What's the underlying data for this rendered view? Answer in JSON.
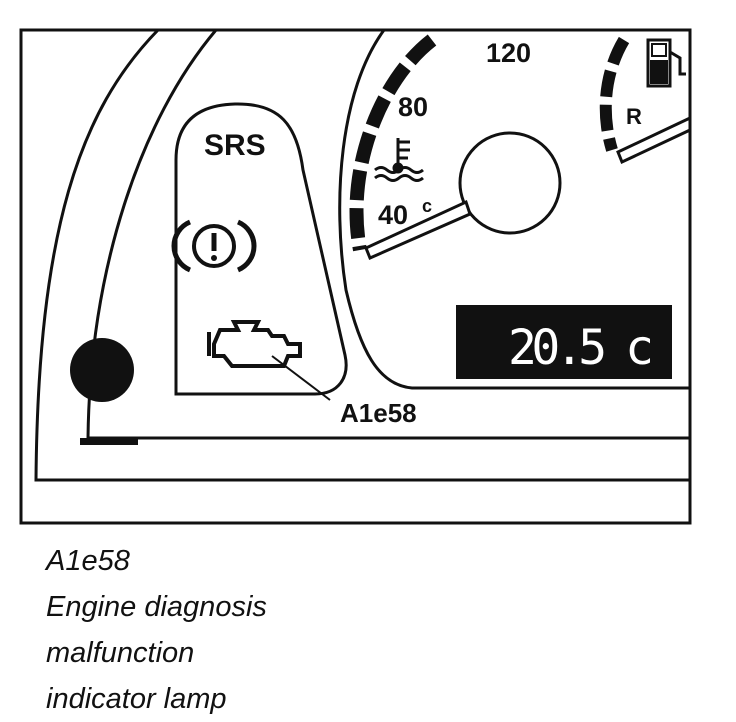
{
  "figure": {
    "srs_label": "SRS",
    "speed_120": "120",
    "speed_80": "80",
    "speed_40": "40",
    "temp_unit_small": "c",
    "reverse_label": "R",
    "display_readout": "20.5 c",
    "callout_label": "A1e58",
    "icons": [
      "brake-warning-icon",
      "check-engine-icon",
      "coolant-temperature-icon",
      "fuel-pump-icon"
    ]
  },
  "caption": {
    "code": "A1e58",
    "line1": "Engine diagnosis",
    "line2": "malfunction",
    "line3": "indicator lamp"
  }
}
